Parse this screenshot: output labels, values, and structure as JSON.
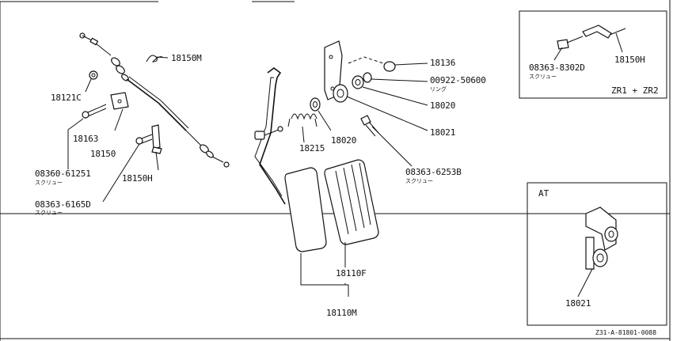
{
  "parts": {
    "p18150M": "18150M",
    "p18121C": "18121C",
    "p18163": "18163",
    "p18150": "18150",
    "p08360": "08360-61251",
    "p08360_sub": "スクリュー",
    "p08363_6165": "08363-6165D",
    "p08363_6165_sub": "スクリュー",
    "p18150H": "18150H",
    "p18136": "18136",
    "p00922": "00922-50600",
    "p00922_sub": "リング",
    "p18020a": "18020",
    "p18021": "18021",
    "p18215": "18215",
    "p18020b": "18020",
    "p08363_6253": "08363-6253B",
    "p08363_6253_sub": "スクリュー",
    "p18110F": "18110F",
    "p18110M": "18110M"
  },
  "inset_zr": {
    "screw": "08363-8302D",
    "screw_sub": "スクリュー",
    "part": "18150H",
    "caption": "ZR1 + ZR2"
  },
  "inset_at": {
    "title": "AT",
    "part": "18021"
  },
  "reference": "Z31-A-81801-0088"
}
